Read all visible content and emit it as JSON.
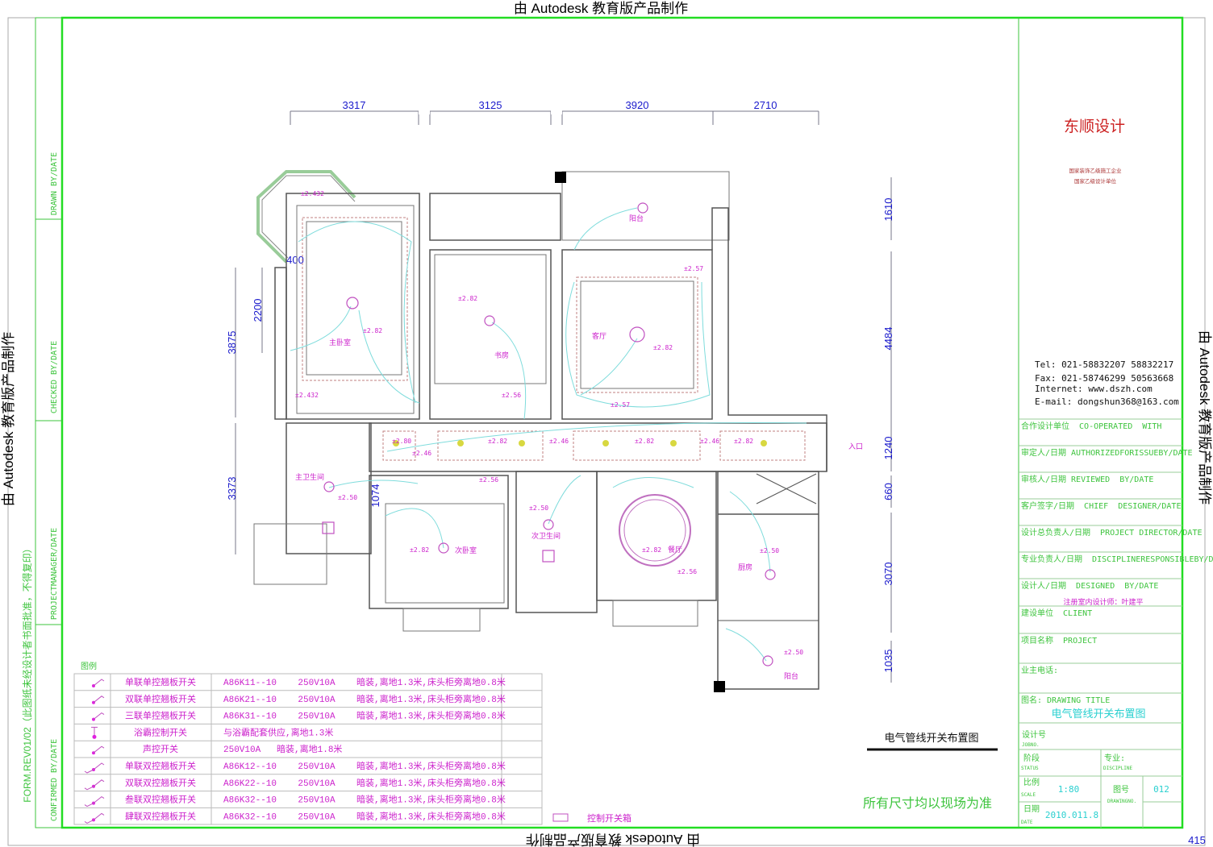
{
  "watermark": "由 Autodesk 教育版产品制作",
  "left_strip": {
    "labels": [
      "DRAWN BY/DATE",
      "CHECKED BY/DATE",
      "PROJECTMANAGER/DATE",
      "CONFIRMED BY/DATE"
    ],
    "notice": "FORM.REV01/02（此图纸未经设计者书面批准，不得复印）"
  },
  "dimensions": {
    "top": [
      "3317",
      "3125",
      "3920",
      "2710"
    ],
    "right": [
      "1610",
      "4484",
      "1240",
      "660",
      "3070",
      "1035"
    ],
    "left": [
      "400",
      "2200",
      "3875",
      "3373",
      "1074"
    ]
  },
  "rooms": {
    "master_bedroom": "主卧室",
    "study": "书房",
    "balcony_top": "阳台",
    "living": "客厅",
    "master_bath": "主卫生间",
    "second_bedroom": "次卧室",
    "second_bath": "次卫生间",
    "dining": "餐厅",
    "kitchen": "厨房",
    "balcony_bottom": "阳台",
    "entrance": "入口"
  },
  "elevations": [
    "±2.432",
    "±2.82",
    "±2.432",
    "±2.82",
    "±2.56",
    "±2.57",
    "±2.82",
    "±2.57",
    "±2.80",
    "±2.46",
    "±2.82",
    "±2.46",
    "±2.82",
    "±2.46",
    "±2.82",
    "±2.50",
    "±2.56",
    "±2.82",
    "±2.50",
    "±2.82",
    "±2.56",
    "±2.50",
    "±2.50"
  ],
  "legend": {
    "title": "图例",
    "rows": [
      {
        "icon": "single-gang-switch-icon",
        "name": "单联单控翘板开关",
        "spec": "A86K11--10    250V10A    暗装,离地1.3米,床头柜旁离地0.8米"
      },
      {
        "icon": "double-gang-switch-icon",
        "name": "双联单控翘板开关",
        "spec": "A86K21--10    250V10A    暗装,离地1.3米,床头柜旁离地0.8米"
      },
      {
        "icon": "triple-gang-switch-icon",
        "name": "三联单控翘板开关",
        "spec": "A86K31--10    250V10A    暗装,离地1.3米,床头柜旁离地0.8米"
      },
      {
        "icon": "bath-heater-switch-icon",
        "name": "浴霸控制开关",
        "spec": "与浴霸配套供应,离地1.3米"
      },
      {
        "icon": "sound-switch-icon",
        "name": "声控开关",
        "spec": "250V10A   暗装,离地1.8米"
      },
      {
        "icon": "single-gang-2way-switch-icon",
        "name": "单联双控翘板开关",
        "spec": "A86K12--10    250V10A    暗装,离地1.3米,床头柜旁离地0.8米"
      },
      {
        "icon": "double-gang-2way-switch-icon",
        "name": "双联双控翘板开关",
        "spec": "A86K22--10    250V10A    暗装,离地1.3米,床头柜旁离地0.8米"
      },
      {
        "icon": "triple-gang-2way-switch-icon",
        "name": "叁联双控翘板开关",
        "spec": "A86K32--10    250V10A    暗装,离地1.3米,床头柜旁离地0.8米"
      },
      {
        "icon": "quad-gang-2way-switch-icon",
        "name": "肆联双控翘板开关",
        "spec": "A86K32--10    250V10A    暗装,离地1.3米,床头柜旁离地0.8米"
      }
    ],
    "control_box": "控制开关箱"
  },
  "drawing_caption": "电气管线开关布置图",
  "site_note": "所有尺寸均以现场为准",
  "title_block": {
    "company": "东顺设计",
    "qual1": "国家装饰乙级施工企业",
    "qual2": "国家乙级设计单位",
    "tel": "Tel: 021-58832207   58832217",
    "fax": "Fax: 021-58746299   50563668",
    "internet": "Internet: www.dszh.com",
    "email": "E-mail: dongshun368@163.com",
    "rows": [
      "合作设计单位  CO-OPERATED  WITH",
      "审定人/日期 AUTHORIZEDFORISSUEBY/DATE",
      "审核人/日期 REVIEWED  BY/DATE",
      "客户签字/日期  CHIEF  DESIGNER/DATE",
      "设计总负责人/日期  PROJECT DIRECTOR/DATE",
      "专业负责人/日期  DISCIPLINERESPONSIBLEBY/DATE",
      "设计人/日期  DESIGNED  BY/DATE",
      "建设单位  CLIENT",
      "项目名称  PROJECT",
      "业主电话:",
      "图名: DRAWING TITLE"
    ],
    "designer": "注册室内设计师：叶建平",
    "drawing_title": "电气管线开关布置图",
    "job_no_cn": "设计号",
    "job_no_en": "JOBNO.",
    "status_cn": "阶段",
    "status_en": "STATUS",
    "discipline_cn": "专业:",
    "discipline_en": "DISCIPLINE",
    "scale_cn": "比例",
    "scale_en": "SCALE",
    "scale": "1:80",
    "drawing_no_cn": "图号",
    "drawing_no_en": "DRAWINGNO.",
    "drawing_no": "012",
    "date_cn": "日期",
    "date_en": "DATE",
    "date": "2010.011.8"
  },
  "page_number": "415"
}
